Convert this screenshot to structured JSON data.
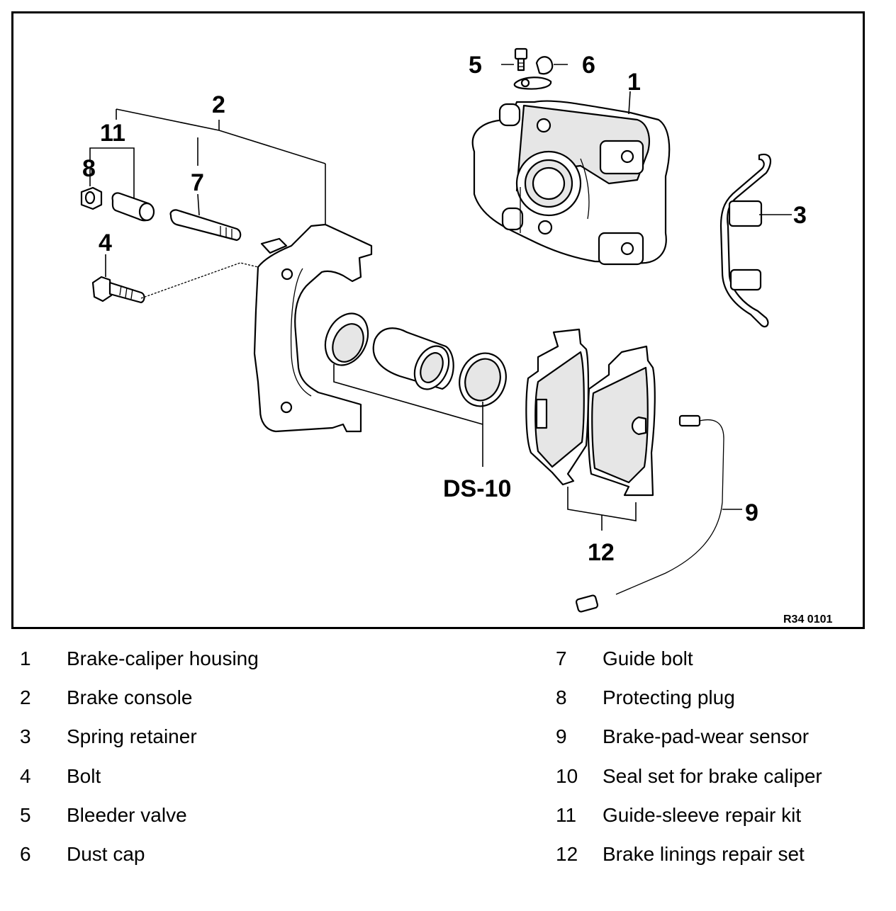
{
  "figure": {
    "reference_code": "R34 0101",
    "callouts": {
      "c1": "1",
      "c2": "2",
      "c3": "3",
      "c4": "4",
      "c5": "5",
      "c6": "6",
      "c7": "7",
      "c8": "8",
      "c9": "9",
      "c11": "11",
      "c12": "12",
      "ds10": "DS-10"
    }
  },
  "legend": {
    "left": [
      {
        "num": "1",
        "label": "Brake-caliper housing"
      },
      {
        "num": "2",
        "label": "Brake console"
      },
      {
        "num": "3",
        "label": "Spring retainer"
      },
      {
        "num": "4",
        "label": "Bolt"
      },
      {
        "num": "5",
        "label": "Bleeder valve"
      },
      {
        "num": "6",
        "label": "Dust cap"
      }
    ],
    "right": [
      {
        "num": "7",
        "label": "Guide bolt"
      },
      {
        "num": "8",
        "label": "Protecting plug"
      },
      {
        "num": "9",
        "label": "Brake-pad-wear sensor"
      },
      {
        "num": "10",
        "label": "Seal set for brake caliper"
      },
      {
        "num": "11",
        "label": "Guide-sleeve repair kit"
      },
      {
        "num": "12",
        "label": "Brake linings repair set"
      }
    ]
  }
}
